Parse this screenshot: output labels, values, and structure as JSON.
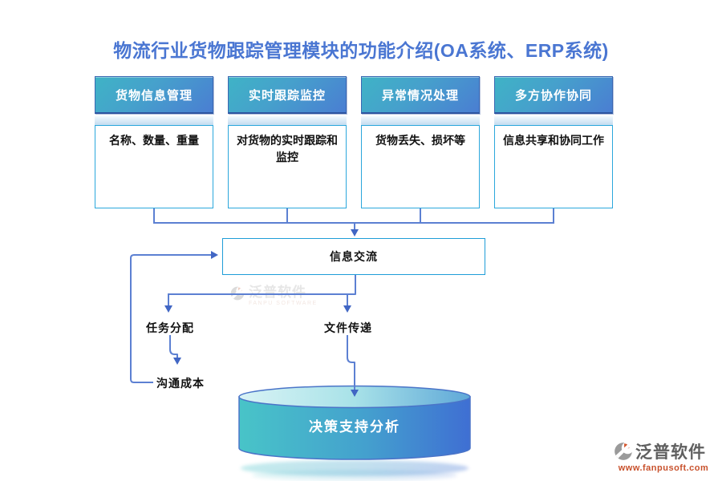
{
  "title": "物流行业货物跟踪管理模块的功能介绍(OA系统、ERP系统)",
  "columns": [
    {
      "header": "货物信息管理",
      "body": "名称、数量、重量"
    },
    {
      "header": "实时跟踪监控",
      "body": "对货物的实时跟踪和监控"
    },
    {
      "header": "异常情况处理",
      "body": "货物丢失、损坏等"
    },
    {
      "header": "多方协作协同",
      "body": "信息共享和协同工作"
    }
  ],
  "flow": {
    "exchange": "信息交流",
    "task": "任务分配",
    "file": "文件传递",
    "cost": "沟通成本",
    "decision": "决策支持分析"
  },
  "watermark": {
    "brand": "泛普软件",
    "subtitle": "FANPU SOFTWARE"
  },
  "footer_logo": {
    "brand": "泛普软件",
    "url": "www.fanpusoft.com"
  },
  "colors": {
    "title_blue": "#4a76d2",
    "header_gradient_start": "#3fb3c6",
    "header_gradient_end": "#4a7ed2",
    "card_border_cyan": "#2ba7dc",
    "exchange_border_cyan": "#1f9dd8",
    "connector_blue": "#5c80d2",
    "arrow_blue": "#4166c4",
    "cylinder_teal": "#48c4c8",
    "cylinder_blue": "#3f6fd3",
    "logo_orange": "#c8512c",
    "logo_gray": "#5f5f5f"
  }
}
